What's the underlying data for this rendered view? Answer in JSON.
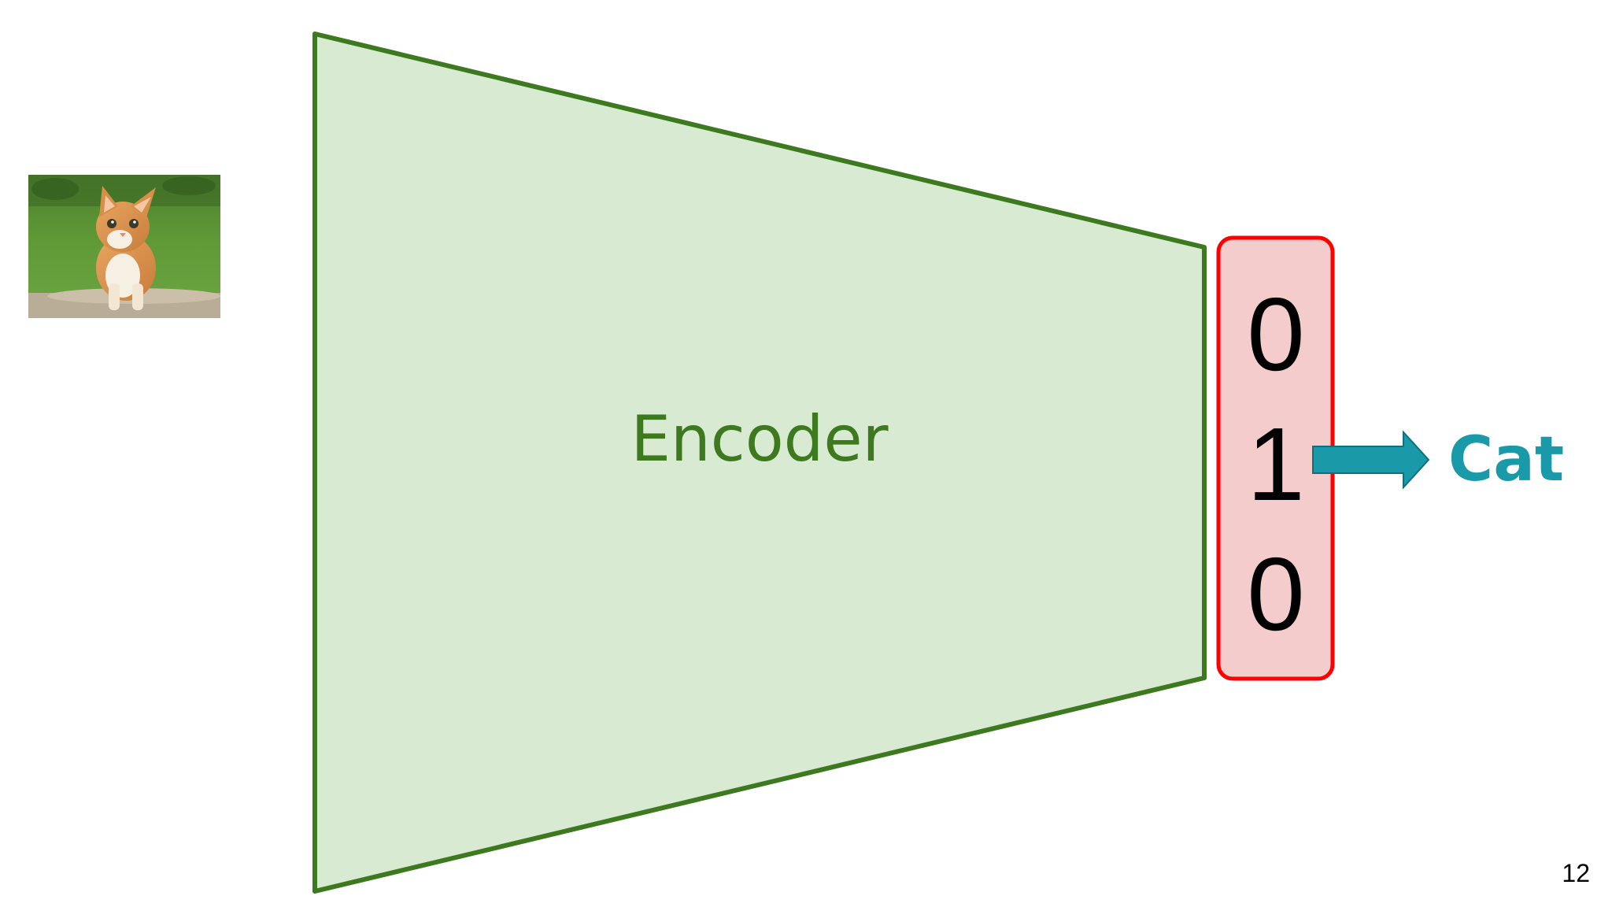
{
  "encoder": {
    "label": "Encoder",
    "fill": "#d9ead3",
    "stroke": "#3d7a1f",
    "text_color": "#3d7a1f"
  },
  "output_vector": {
    "values": [
      "0",
      "1",
      "0"
    ],
    "fill": "#f4cccc",
    "stroke": "#ff0000"
  },
  "class_output": {
    "label": "Cat",
    "color": "#1a9aa8"
  },
  "input_image": {
    "icon": "kitten-photo"
  },
  "page_number": "12"
}
